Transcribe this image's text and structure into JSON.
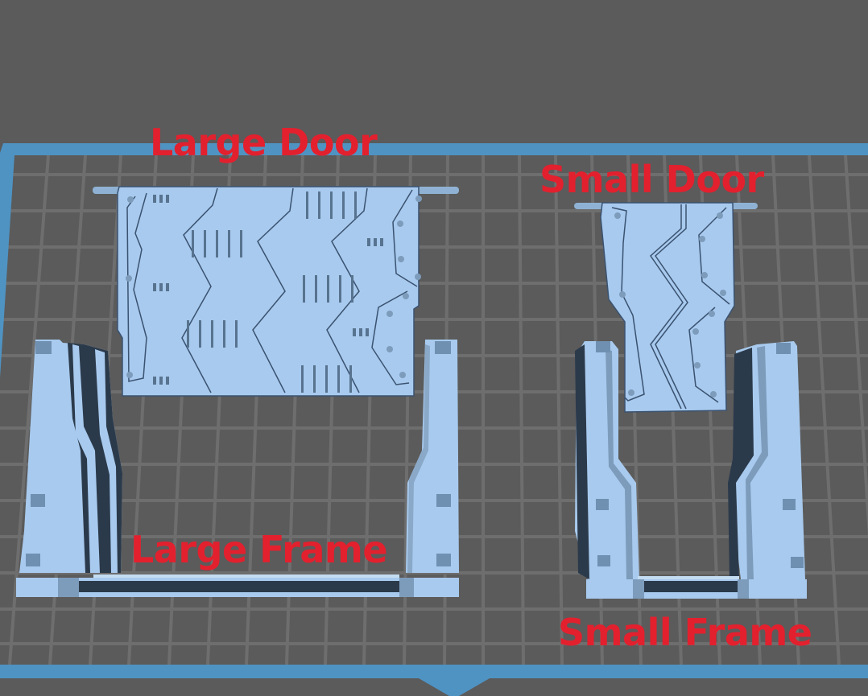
{
  "scene": {
    "type": "slicer-build-plate-3d-view",
    "background_color": "#5b5b5b",
    "plate_border_color": "#4f93c3",
    "grid_line_color": "#6e6e6e",
    "model_color": "#a8caee",
    "model_shadow_color": "#2b3a4b",
    "label_color": "#e3202e"
  },
  "labels": {
    "large_door": "Large Door",
    "small_door": "Small Door",
    "large_frame": "Large Frame",
    "small_frame": "Small Frame"
  },
  "models": [
    {
      "name": "Large Door",
      "part": "door",
      "size": "large"
    },
    {
      "name": "Small Door",
      "part": "door",
      "size": "small"
    },
    {
      "name": "Large Frame",
      "part": "frame",
      "size": "large"
    },
    {
      "name": "Small Frame",
      "part": "frame",
      "size": "small"
    }
  ]
}
